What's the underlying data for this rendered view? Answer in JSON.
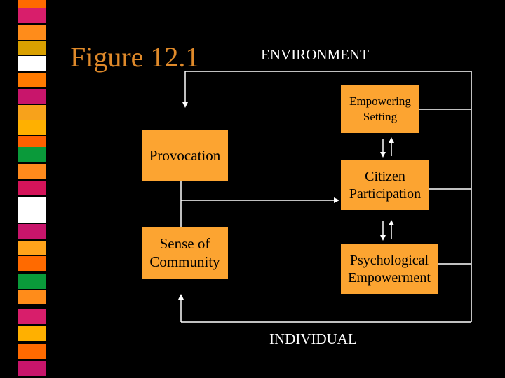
{
  "title": "Figure 12.1",
  "labels": {
    "environment": "ENVIRONMENT",
    "individual": "INDIVIDUAL"
  },
  "boxes": {
    "empowering_setting": "Empowering\nSetting",
    "provocation": "Provocation",
    "citizen_participation": "Citizen\nParticipation",
    "sense_of_community": "Sense of\nCommunity",
    "psychological_empowerment": "Psychological\nEmpowerment"
  },
  "colors": {
    "background": "#000000",
    "box_fill": "#fca431",
    "title_text": "#e08a2a",
    "line": "#ffffff",
    "strip": [
      "#d4145a",
      "#f7931e",
      "#fbb03b",
      "#009245",
      "#ffffff",
      "#c7156b"
    ]
  }
}
